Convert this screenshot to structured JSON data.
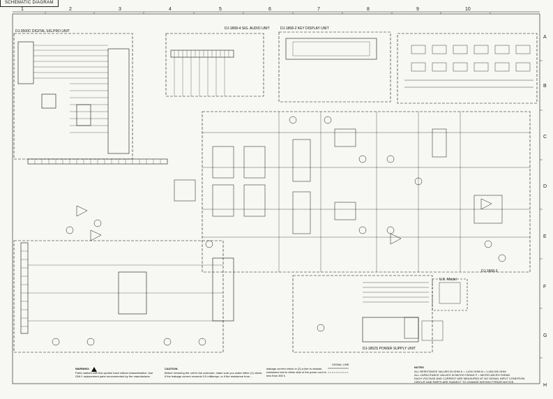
{
  "header": {
    "tab_label": "SCHEMATIC DIAGRAM"
  },
  "grid": {
    "columns": [
      "1",
      "2",
      "3",
      "4",
      "5",
      "6",
      "7",
      "8",
      "9",
      "10"
    ],
    "rows": [
      "A",
      "B",
      "C",
      "D",
      "E",
      "F",
      "G",
      "H"
    ]
  },
  "units": {
    "digital_sig_pro": "DJ-3500C  DIGITAL SIG.PRO UNIT",
    "sig_audio": "DJ-1868-4  SIG. AUDIO UNIT",
    "key_display": "DJ-1868-2  KEY DISPLAY UNIT",
    "power_supply": "DJ-1862S  POWER SUPPLY UNIT",
    "unit_3": "DJ-1868-3",
    "ua_model": "U.K. Model"
  },
  "footer": {
    "warning_title": "WARNING:",
    "warning_text": "Parts marked with this symbol have critical characteristics. Use ONLY replacement parts recommended by the manufacturer.",
    "caution_title": "CAUTION:",
    "caution_text": "Before returning the unit to the customer, make sure you make either (1) check. If the leakage current exceeds 0.5 milliamps, or if the resistance from ...",
    "leakage_text": "leakage current check or (2) a line to chassis resistance test to either side of the power cord is less than 460 k",
    "signal_line": "SIGNAL LINE",
    "notes_title": "NOTES",
    "notes": [
      "ALL RESISTANCE VALUES IN OHM  K = 1,000 OHM  M = 1,000,000 OHM",
      "ALL CAPACITANCE VALUES IN MICRO FARAD  P = MICRO-MICRO FARAD",
      "EACH VOLTAGE AND CURRENT ARE MEASURED AT NO SIGNAL INPUT CONDITION.",
      "CIRCUIT AND PARTS ARE SUBJECT TO CHANGE WITHOUT PRIOR NOTICE."
    ]
  },
  "colors": {
    "ink": "#111111",
    "paper": "#f7f7f4"
  }
}
